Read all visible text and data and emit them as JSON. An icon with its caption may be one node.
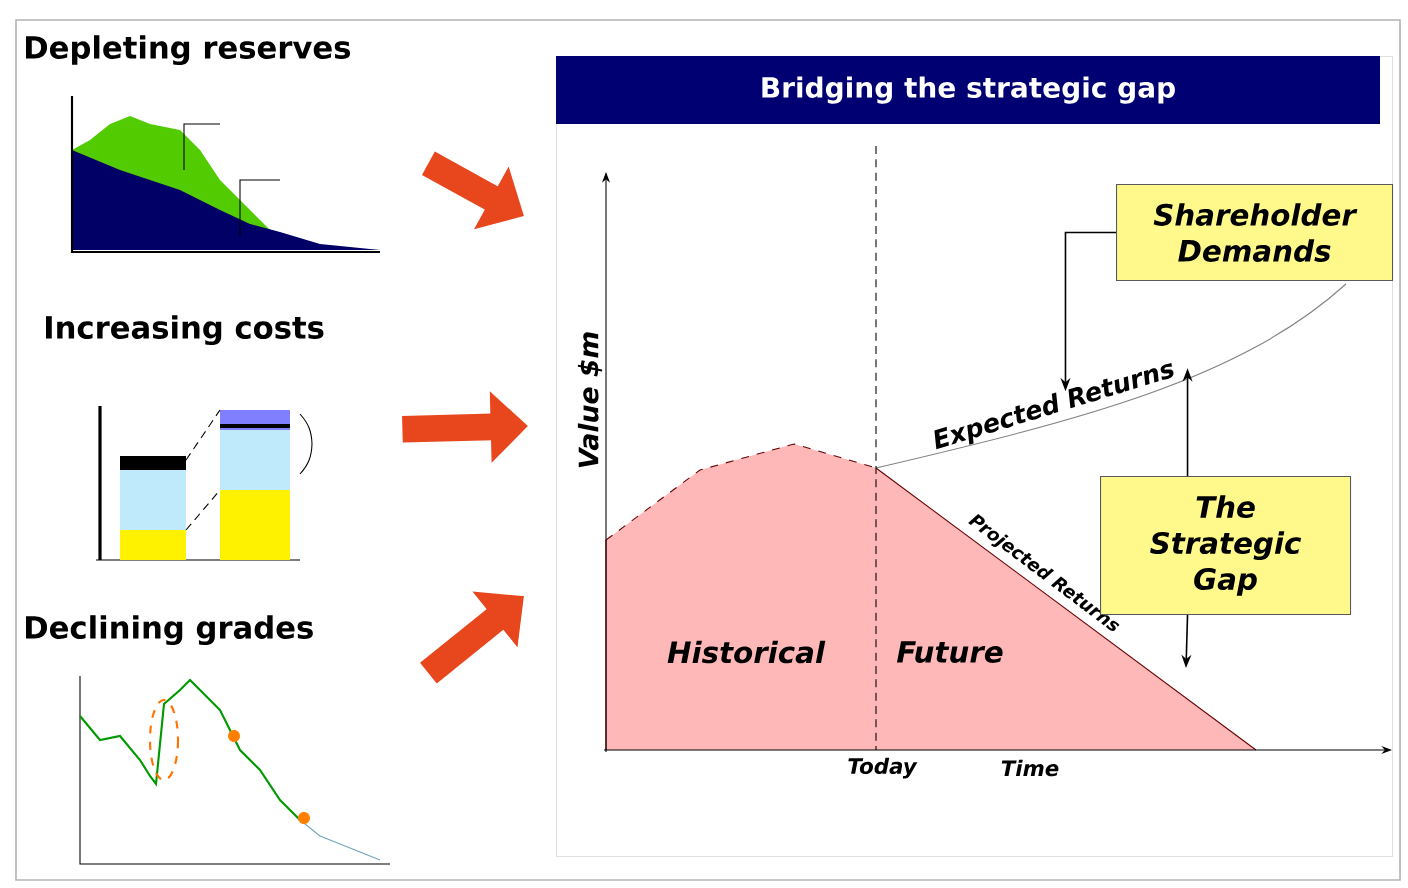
{
  "diagram": {
    "nodes": [
      {
        "text": [
          "Depleting reserves"
        ]
      },
      {
        "text": [
          "Increasing costs"
        ]
      },
      {
        "text": [
          "Declining grades"
        ]
      },
      {
        "text": [
          "Bridging the strategic gap"
        ]
      },
      {
        "text": [
          "Shareholder Demands"
        ],
        "in": 3
      },
      {
        "text": [
          "The Strategic Gap"
        ],
        "in": 3
      },
      {
        "text": [
          "Expected Returns"
        ],
        "in": 3
      }
    ],
    "edges": [
      {
        "from": 0,
        "to": 3,
        "arrow": "to",
        "style": "thick",
        "color": "#e8461c"
      },
      {
        "from": 1,
        "to": 3,
        "arrow": "to",
        "style": "thick",
        "color": "#e8461c"
      },
      {
        "from": 2,
        "to": 3,
        "arrow": "to",
        "style": "thick",
        "color": "#e8461c"
      },
      {
        "from": 4,
        "to": 6,
        "arrow": "to",
        "color": "#000000"
      },
      {
        "from": 5,
        "to": 6,
        "arrow": "to",
        "color": "#000000"
      },
      {
        "from": 5,
        "to": null,
        "arrow": "to",
        "color": "#000000"
      }
    ],
    "labels": [
      "Value $m",
      "Projected Returns",
      "Historical",
      "Future",
      "Today",
      "Time"
    ]
  }
}
